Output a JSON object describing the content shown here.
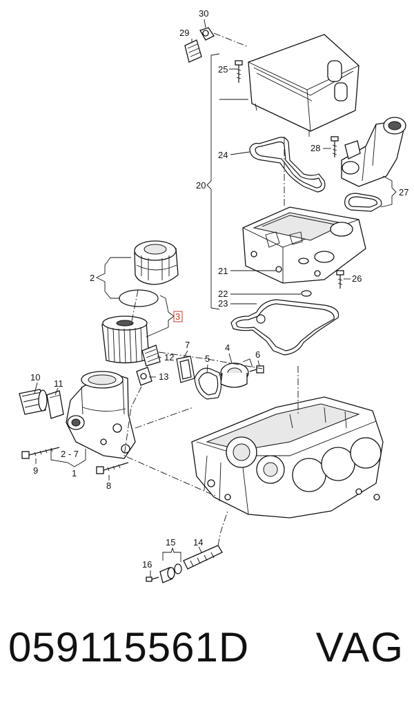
{
  "diagram": {
    "callouts": {
      "c1": "1",
      "c2": "2",
      "c2_7": "2 - 7",
      "c3": "3",
      "c4": "4",
      "c5": "5",
      "c6": "6",
      "c7": "7",
      "c8": "8",
      "c9": "9",
      "c10": "10",
      "c11": "11",
      "c12": "12",
      "c13": "13",
      "c14": "14",
      "c15": "15",
      "c16": "16",
      "c20": "20",
      "c21": "21",
      "c22": "22",
      "c23": "23",
      "c24": "24",
      "c25": "25",
      "c26": "26",
      "c27": "27",
      "c28": "28",
      "c29": "29",
      "c30": "30"
    },
    "highlight_color": "#c0392b"
  },
  "caption": {
    "part_number": "059115561D",
    "brand": "VAG"
  }
}
